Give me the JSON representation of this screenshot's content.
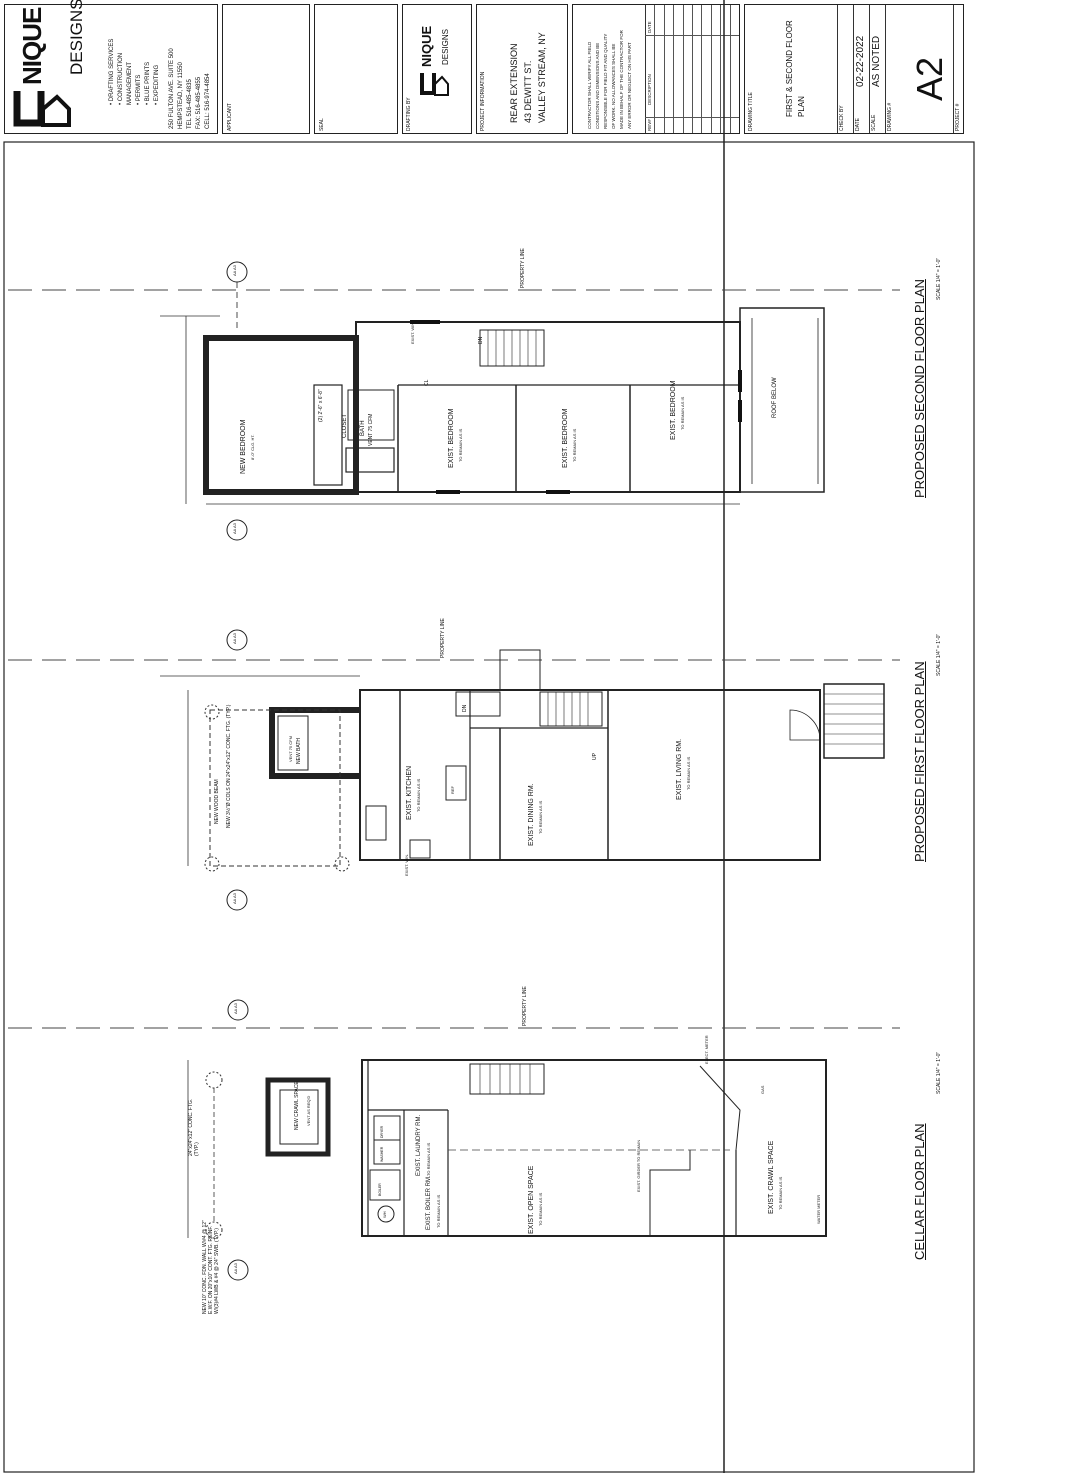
{
  "firm": {
    "name_top": "NIQUE",
    "name_bottom": "DESIGNS",
    "logo_letter": "U",
    "services": [
      "• DRAFTING SERVICES",
      "• CONSTRUCTION",
      "MANAGEMENT",
      "• PERMITS",
      "• BLUE PRINTS",
      "• EXPEDITING"
    ],
    "address": [
      "250 FULTON AVE. SUITE 500",
      "HEMPSTEAD, NY 11550",
      "TEL 516-485-4835",
      "FAX: 516-485-4855",
      "CELL: 516-974-4854"
    ]
  },
  "title_block": {
    "applicant_label": "APPLICANT",
    "seal_label": "SEAL",
    "drafted_by_label": "DRAFTING BY",
    "project_info_label": "PROJECT INFORMATION",
    "project_lines": [
      "REAR EXTENSION",
      "43 DEWITT ST.",
      "VALLEY STREAM, NY"
    ],
    "contractor_note": [
      "CONTRACTOR SHALL VERIFY ALL FIELD",
      "CONDITIONS AND DIMENSIONS AND BE",
      "RESPONSIBLE FOR FIELD FIT AND QUALITY",
      "OF WORK. NO ALLOWANCES SHALL BE",
      "MADE IN BEHALF OF THE CONTRACTOR FOR",
      "ANY ERROR OR NEGLECT ON HIS PART"
    ],
    "rev_label": "REV#",
    "description_label": "DESCRIPTION",
    "date_label": "DATE",
    "drawing_title_label": "DRAWING TITLE",
    "drawing_title_lines": [
      "FIRST & SECOND FLOOR",
      "PLAN"
    ],
    "check_by_label": "CHECK BY",
    "date_field_label": "DATE",
    "date_value": "02-22-2022",
    "scale_label": "SCALE",
    "scale_value": "AS NOTED",
    "drawing_no_label": "DRAWING #",
    "drawing_no": "A2",
    "project_no_label": "PROJECT #"
  },
  "plans": [
    {
      "title": "PROPOSED SECOND FLOOR PLAN",
      "scale": "SCALE 1/4\" = 1'-0\"",
      "property_line": "PROPERTY LINE",
      "rooms": [
        {
          "name": "NEW BEDROOM",
          "note": "8'-0\" CLG. HT."
        },
        {
          "name": "CLOSET",
          "note": "(2) 2'-6\" x 6'-8\""
        },
        {
          "name": "BATH",
          "note": "VENT 75 CFM"
        },
        {
          "name": "EXIST. BEDROOM",
          "note": "TO REMAIN AS IS"
        },
        {
          "name": "EXIST. BEDROOM",
          "note": "TO REMAIN AS IS"
        },
        {
          "name": "EXIST. BEDROOM",
          "note": "TO REMAIN AS IS"
        },
        {
          "name": "ROOF BELOW",
          "note": ""
        },
        {
          "name": "CL",
          "note": ""
        }
      ],
      "labels": [
        "EXIST. WIN.",
        "DN",
        "AA A3"
      ]
    },
    {
      "title": "PROPOSED FIRST FLOOR PLAN",
      "scale": "SCALE 1/4\" = 1'-0\"",
      "property_line": "PROPERTY LINE",
      "rooms": [
        {
          "name": "NEW BATH",
          "note": "VENT 75 CFM"
        },
        {
          "name": "EXIST. KITCHEN",
          "note": "TO REMAIN AS IS"
        },
        {
          "name": "EXIST. DINING RM.",
          "note": "TO REMAIN AS IS"
        },
        {
          "name": "EXIST. LIVING RM.",
          "note": "TO REMAIN AS IS"
        },
        {
          "name": "REF",
          "note": ""
        }
      ],
      "labels": [
        "NEW 3½\"Ø COLS ON 24\"x24\"x12\" CONC. FTG. (TYP.)",
        "NEW WOOD BEAM",
        "EXIST. WIN.",
        "DN",
        "UP",
        "AA A3"
      ]
    },
    {
      "title": "CELLAR FLOOR PLAN",
      "scale": "SCALE 1/4\" = 1'-0\"",
      "property_line": "PROPERTY LINE",
      "rooms": [
        {
          "name": "NEW CRAWL SPACE",
          "note": "VENT AS REQ'D"
        },
        {
          "name": "EXIST. LAUNDRY RM.",
          "note": "TO REMAIN AS IS"
        },
        {
          "name": "EXIST. BOILER RM.",
          "note": "TO REMAIN AS IS"
        },
        {
          "name": "EXIST. OPEN SPACE",
          "note": "TO REMAIN AS IS"
        },
        {
          "name": "EXIST. CRAWL SPACE",
          "note": "TO REMAIN AS IS"
        }
      ],
      "labels": [
        "NEW 10\" CONC. FDN. WALL W/#4 @ 12\" E.W.F. ON 20\"x10\" CONT. FTG. REINF. W/(3)#4 LWB & #4 @ 24\" SWB. (TYP.)",
        "24\"x24\"x12\" CONC. FTG. (TYP.)",
        "EXIST. GIRDER TO REMAIN",
        "ELECT. METER",
        "WATER METER",
        "GAS",
        "DRYER",
        "WASHER",
        "BOILER",
        "WH",
        "AA A3"
      ]
    }
  ]
}
